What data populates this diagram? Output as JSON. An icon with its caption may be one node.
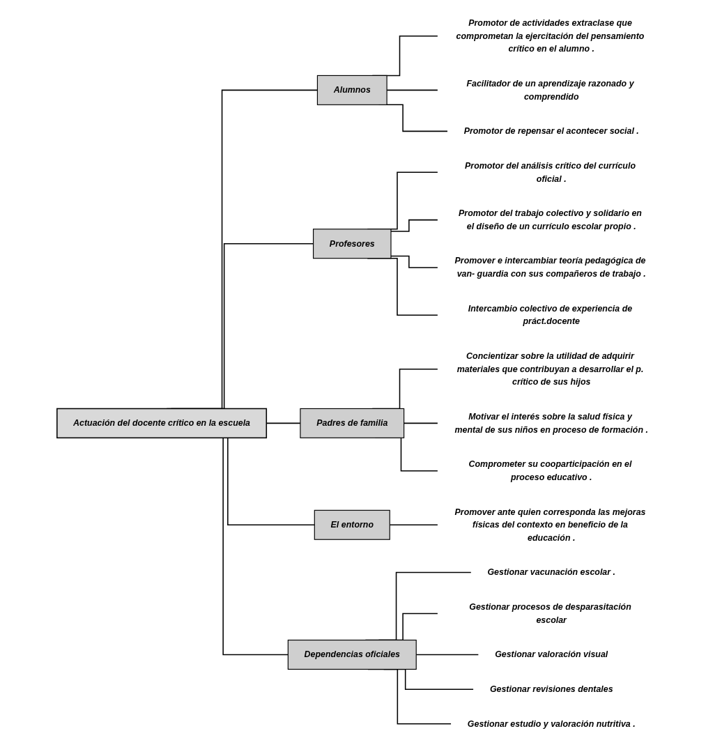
{
  "diagram": {
    "nodes": [
      {
        "text": [
          "Actuación del docente crítico en la escuela"
        ]
      },
      {
        "text": [
          "Alumnos"
        ]
      },
      {
        "text": [
          "Promotor de actividades extraclase que comprometan la ejercitación del pensamiento crítico en el alumno ."
        ]
      },
      {
        "text": [
          "Facilitador de un aprendizaje razonado y comprendido"
        ]
      },
      {
        "text": [
          "Promotor de repensar el acontecer social ."
        ]
      },
      {
        "text": [
          "Profesores"
        ]
      },
      {
        "text": [
          "Promotor del análisis crítico del currículo oficial ."
        ]
      },
      {
        "text": [
          "Promotor del trabajo colectivo y solidario en el diseño de un currículo escolar propio ."
        ]
      },
      {
        "text": [
          "Promover e intercambiar teoría pedagógica de van- guardia con sus compañeros de trabajo ."
        ]
      },
      {
        "text": [
          "Intercambio colectivo de experiencia de práct.docente"
        ]
      },
      {
        "text": [
          "Padres de familia"
        ]
      },
      {
        "text": [
          "Concientizar sobre la utilidad de adquirir materiales que contribuyan a desarrollar el p. crítico de sus hijos"
        ]
      },
      {
        "text": [
          "Motivar el interés sobre la salud física y mental de sus niños en proceso de formación ."
        ]
      },
      {
        "text": [
          "Comprometer su cooparticipación en el proceso educativo ."
        ]
      },
      {
        "text": [
          "El entorno"
        ]
      },
      {
        "text": [
          "Promover ante quien corresponda las mejoras físicas del contexto en beneficio de la educación ."
        ]
      },
      {
        "text": [
          "Dependencias oficiales"
        ]
      },
      {
        "text": [
          "Gestionar vacunación escolar ."
        ]
      },
      {
        "text": [
          "Gestionar procesos de desparasitación escolar"
        ]
      },
      {
        "text": [
          "Gestionar valoración visual"
        ]
      },
      {
        "text": [
          "Gestionar revisiones dentales"
        ]
      },
      {
        "text": [
          "Gestionar estudio y valoración nutritiva ."
        ]
      }
    ],
    "edges": [
      {
        "from": 0,
        "to": 1,
        "arrow": "none"
      },
      {
        "from": 0,
        "to": 5,
        "arrow": "none"
      },
      {
        "from": 0,
        "to": 10,
        "arrow": "none"
      },
      {
        "from": 0,
        "to": 14,
        "arrow": "none"
      },
      {
        "from": 0,
        "to": 16,
        "arrow": "none"
      },
      {
        "from": 1,
        "to": 2,
        "arrow": "none"
      },
      {
        "from": 1,
        "to": 3,
        "arrow": "none"
      },
      {
        "from": 1,
        "to": 4,
        "arrow": "none"
      },
      {
        "from": 5,
        "to": 6,
        "arrow": "none"
      },
      {
        "from": 5,
        "to": 7,
        "arrow": "none"
      },
      {
        "from": 5,
        "to": 8,
        "arrow": "none"
      },
      {
        "from": 5,
        "to": 9,
        "arrow": "none"
      },
      {
        "from": 10,
        "to": 11,
        "arrow": "none"
      },
      {
        "from": 10,
        "to": 12,
        "arrow": "none"
      },
      {
        "from": 10,
        "to": 13,
        "arrow": "none"
      },
      {
        "from": 14,
        "to": 15,
        "arrow": "none"
      },
      {
        "from": 16,
        "to": 17,
        "arrow": "none"
      },
      {
        "from": 16,
        "to": 18,
        "arrow": "none"
      },
      {
        "from": 16,
        "to": 19,
        "arrow": "none"
      },
      {
        "from": 16,
        "to": 20,
        "arrow": "none"
      },
      {
        "from": 16,
        "to": 21,
        "arrow": "none"
      }
    ]
  }
}
